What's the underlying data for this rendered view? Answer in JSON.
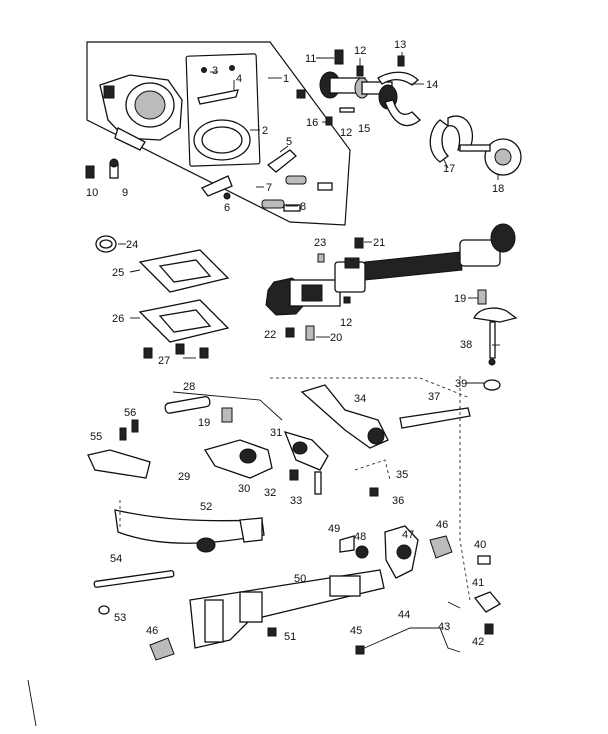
{
  "labels": [
    {
      "id": "p1",
      "text": "1"
    },
    {
      "id": "p2",
      "text": "2"
    },
    {
      "id": "p3",
      "text": "3"
    },
    {
      "id": "p4",
      "text": "4"
    },
    {
      "id": "p5",
      "text": "5"
    },
    {
      "id": "p6",
      "text": "6"
    },
    {
      "id": "p7",
      "text": "7"
    },
    {
      "id": "p8",
      "text": "8"
    },
    {
      "id": "p9",
      "text": "9"
    },
    {
      "id": "p10",
      "text": "10"
    },
    {
      "id": "p11",
      "text": "11"
    },
    {
      "id": "p12a",
      "text": "12"
    },
    {
      "id": "p12b",
      "text": "12"
    },
    {
      "id": "p13",
      "text": "13"
    },
    {
      "id": "p14",
      "text": "14"
    },
    {
      "id": "p15",
      "text": "15"
    },
    {
      "id": "p16",
      "text": "16"
    },
    {
      "id": "p17",
      "text": "17"
    },
    {
      "id": "p18",
      "text": "18"
    },
    {
      "id": "p19a",
      "text": "19"
    },
    {
      "id": "p12c",
      "text": "12"
    },
    {
      "id": "p20",
      "text": "20"
    },
    {
      "id": "p21",
      "text": "21"
    },
    {
      "id": "p22",
      "text": "22"
    },
    {
      "id": "p23",
      "text": "23"
    },
    {
      "id": "p24",
      "text": "24"
    },
    {
      "id": "p25",
      "text": "25"
    },
    {
      "id": "p26",
      "text": "26"
    },
    {
      "id": "p27",
      "text": "27"
    },
    {
      "id": "p28",
      "text": "28"
    },
    {
      "id": "p19b",
      "text": "19"
    },
    {
      "id": "p29",
      "text": "29"
    },
    {
      "id": "p30",
      "text": "30"
    },
    {
      "id": "p31",
      "text": "31"
    },
    {
      "id": "p32",
      "text": "32"
    },
    {
      "id": "p33",
      "text": "33"
    },
    {
      "id": "p34",
      "text": "34"
    },
    {
      "id": "p35",
      "text": "35"
    },
    {
      "id": "p36",
      "text": "36"
    },
    {
      "id": "p37",
      "text": "37"
    },
    {
      "id": "p38",
      "text": "38"
    },
    {
      "id": "p39",
      "text": "39"
    },
    {
      "id": "p40",
      "text": "40"
    },
    {
      "id": "p41",
      "text": "41"
    },
    {
      "id": "p42",
      "text": "42"
    },
    {
      "id": "p43",
      "text": "43"
    },
    {
      "id": "p44",
      "text": "44"
    },
    {
      "id": "p45",
      "text": "45"
    },
    {
      "id": "p46a",
      "text": "46"
    },
    {
      "id": "p46b",
      "text": "46"
    },
    {
      "id": "p47",
      "text": "47"
    },
    {
      "id": "p48",
      "text": "48"
    },
    {
      "id": "p49",
      "text": "49"
    },
    {
      "id": "p50",
      "text": "50"
    },
    {
      "id": "p51",
      "text": "51"
    },
    {
      "id": "p52",
      "text": "52"
    },
    {
      "id": "p53",
      "text": "53"
    },
    {
      "id": "p54",
      "text": "54"
    },
    {
      "id": "p55",
      "text": "55"
    },
    {
      "id": "p56",
      "text": "56"
    }
  ]
}
